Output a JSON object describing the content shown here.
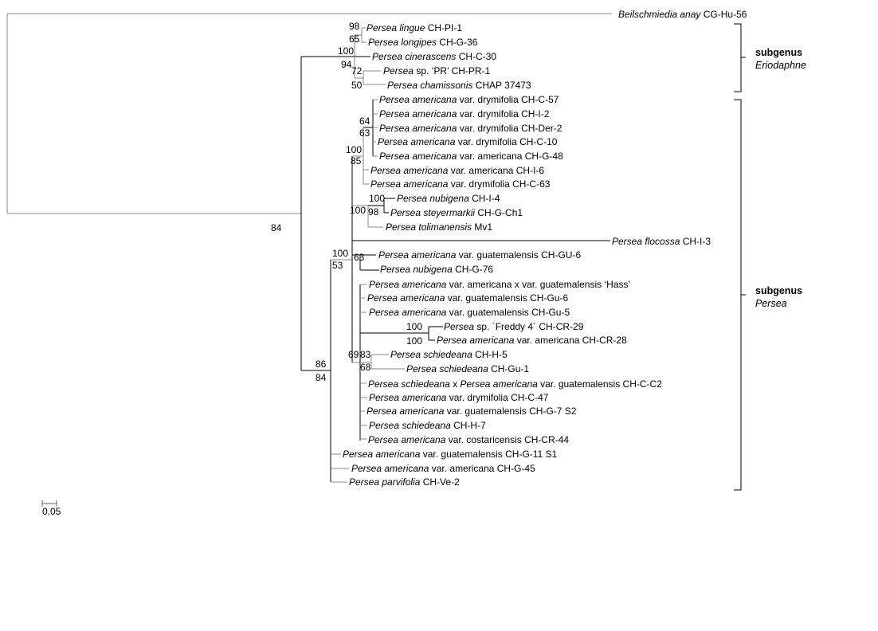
{
  "figure": {
    "type": "phylogenetic-tree",
    "scale_bar": {
      "label": "0.05"
    }
  },
  "outgroup": {
    "genus_species": "Beilschmiedia anay",
    "code": "CG-Hu-56"
  },
  "taxa": [
    {
      "italic": "Persea lingue",
      "rest": " CH-PI-1"
    },
    {
      "italic": "Persea longipes",
      "rest": " CH-G-36"
    },
    {
      "italic": "Persea cinerascens",
      "rest": " CH-C-30"
    },
    {
      "italic": "Persea",
      "rest": " sp. ‘PR’ CH-PR-1"
    },
    {
      "italic": "Persea chamissonis",
      "rest": " CHAP 37473"
    },
    {
      "italic": "Persea americana",
      "rest": " var. drymifolia CH-C-57"
    },
    {
      "italic": "Persea americana",
      "rest": " var. drymifolia CH-I-2"
    },
    {
      "italic": "Persea americana",
      "rest": " var. drymifolia CH-Der-2"
    },
    {
      "italic": "Persea americana",
      "rest": " var. drymifolia CH-C-10"
    },
    {
      "italic": "Persea americana",
      "rest": " var. americana CH-G-48"
    },
    {
      "italic": "Persea americana",
      "rest": " var. americana CH-I-6"
    },
    {
      "italic": "Persea americana",
      "rest": " var. drymifolia CH-C-63"
    },
    {
      "italic": "Persea nubigena",
      "rest": " CH-I-4"
    },
    {
      "italic": "Persea steyermarkii",
      "rest": " CH-G-Ch1"
    },
    {
      "italic": "Persea tolimanensis",
      "rest": " Mv1"
    },
    {
      "italic": "Persea  flocossa",
      "rest": " CH-I-3"
    },
    {
      "italic": "Persea americana",
      "rest": " var. guatemalensis  CH-GU-6"
    },
    {
      "italic": "Persea nubigena",
      "rest": " CH-G-76"
    },
    {
      "italic": "Persea americana",
      "rest": " var. americana x var. guatemalensis  ‘Hass’"
    },
    {
      "italic": "Persea americana",
      "rest": " var. guatemalensis  CH-Gu-6"
    },
    {
      "italic": "Persea americana",
      "rest": " var. guatemalensis  CH-Gu-5"
    },
    {
      "italic": "Persea",
      "rest": " sp. ´Freddy 4´ CH-CR-29"
    },
    {
      "italic": "Persea americana",
      "rest": " var. americana CH-CR-28"
    },
    {
      "italic": "Persea schiedeana",
      "rest": " CH-H-5"
    },
    {
      "italic": "Persea schiedeana",
      "rest": " CH-Gu-1"
    },
    {
      "italic": "Persea schiedeana",
      "rest": " x ",
      "italic2": "Persea americana",
      "rest2": " var. guatemalensis  CH-C-C2"
    },
    {
      "italic": "Persea americana",
      "rest": " var. drymifolia CH-C-47"
    },
    {
      "italic": "Persea americana",
      "rest": " var. guatemalensis  CH-G-7  S2"
    },
    {
      "italic": "Persea schiedeana",
      "rest": " CH-H-7"
    },
    {
      "italic": "Persea americana",
      "rest": " var. costaricensis  CH-CR-44"
    },
    {
      "italic": "Persea americana",
      "rest": " var. guatemalensis  CH-G-11 S1"
    },
    {
      "italic": "Persea americana",
      "rest": " var. americana CH-G-45"
    },
    {
      "italic": "Persea parvifolia",
      "rest": " CH-Ve-2"
    }
  ],
  "bootstrap": [
    {
      "v": "98"
    },
    {
      "v": "65"
    },
    {
      "v": "100"
    },
    {
      "v": "94"
    },
    {
      "v": "72"
    },
    {
      "v": "50"
    },
    {
      "v": "64"
    },
    {
      "v": "63"
    },
    {
      "v": "100"
    },
    {
      "v": "85"
    },
    {
      "v": "100"
    },
    {
      "v": "100"
    },
    {
      "v": "98"
    },
    {
      "v": "84"
    },
    {
      "v": "100"
    },
    {
      "v": "53"
    },
    {
      "v": "63"
    },
    {
      "v": "100"
    },
    {
      "v": "100"
    },
    {
      "v": "69"
    },
    {
      "v": "83"
    },
    {
      "v": "68"
    },
    {
      "v": "86"
    },
    {
      "v": "84"
    }
  ],
  "groups": [
    {
      "title": "subgenus",
      "name": "Eriodaphne"
    },
    {
      "title": "subgenus",
      "name": "Persea"
    }
  ]
}
